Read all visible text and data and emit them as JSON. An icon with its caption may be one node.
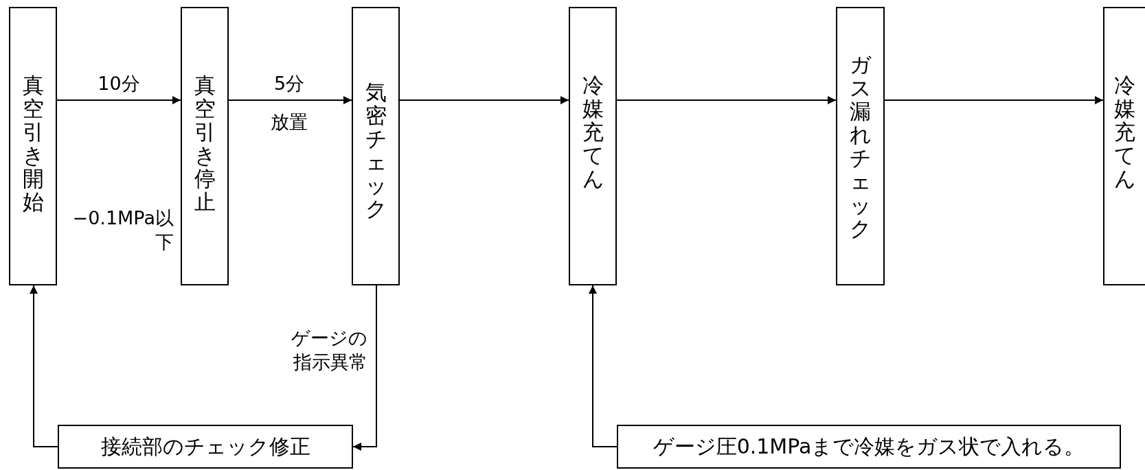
{
  "diagram": {
    "nodes": [
      {
        "text": [
          "真空引き開始"
        ]
      },
      {
        "text": [
          "真空引き停止"
        ]
      },
      {
        "text": [
          "気密チェック"
        ]
      },
      {
        "text": [
          "冷媒充てん"
        ]
      },
      {
        "text": [
          "ガス漏れチェック"
        ]
      },
      {
        "text": [
          "冷媒充てん"
        ]
      },
      {
        "text": [
          "接続部のチェック修正"
        ]
      },
      {
        "text": [
          "ゲージ圧0.1MPaまで冷媒をガス状で入れる。"
        ]
      }
    ],
    "edges": [
      {
        "from": 0,
        "to": 1,
        "arrow": "to",
        "label": "10分"
      },
      {
        "from": 1,
        "to": 2,
        "arrow": "to",
        "label": "5分"
      },
      {
        "from": 2,
        "to": 6,
        "arrow": "to",
        "label": "ゲージの指示異常"
      },
      {
        "from": 6,
        "to": 0,
        "arrow": "to"
      },
      {
        "from": 2,
        "to": 3,
        "arrow": "to"
      },
      {
        "from": 3,
        "to": 4,
        "arrow": "to"
      },
      {
        "from": 4,
        "to": 5,
        "arrow": "to"
      },
      {
        "from": 7,
        "to": 3,
        "arrow": "to"
      }
    ],
    "labels": [
      "放置",
      "−0.1MPa以下"
    ]
  }
}
